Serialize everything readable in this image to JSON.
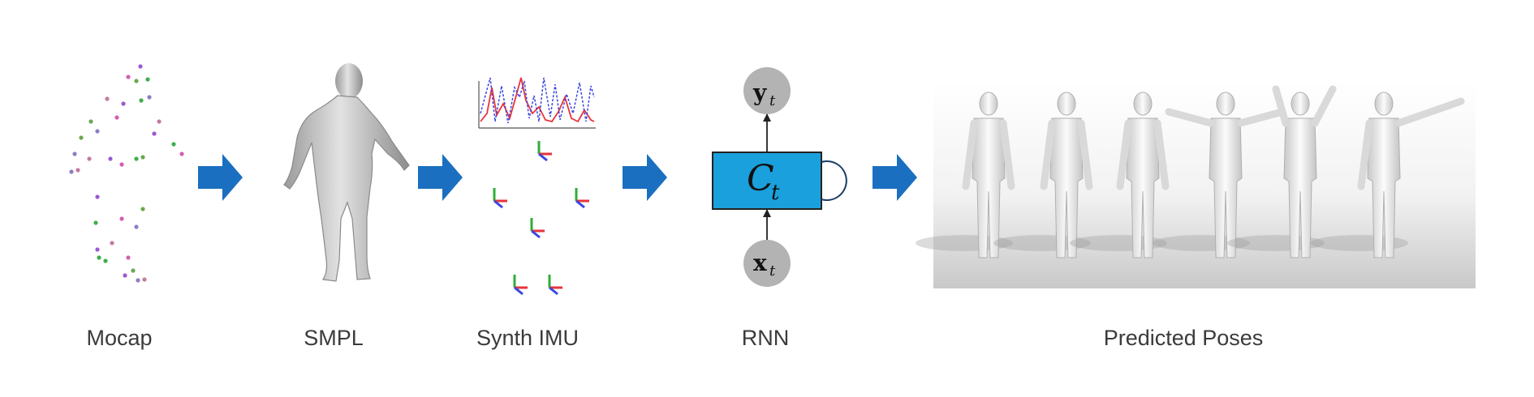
{
  "stages": [
    {
      "id": "mocap",
      "label": "Mocap"
    },
    {
      "id": "smpl",
      "label": "SMPL"
    },
    {
      "id": "synth_imu",
      "label": "Synth IMU"
    },
    {
      "id": "rnn",
      "label": "RNN"
    },
    {
      "id": "predicted_poses",
      "label": "Predicted Poses"
    }
  ],
  "rnn": {
    "output_node": "y",
    "output_sub": "t",
    "cell": "C",
    "cell_sub": "t",
    "input_node": "x",
    "input_sub": "t"
  },
  "colors": {
    "arrow": "#1a6fc0",
    "rnn_cell": "#1aa0dc",
    "rnn_node": "#b3b3b3",
    "imu_red": "#e8343a",
    "imu_blue": "#3a47e0",
    "imu_green": "#2fae38"
  },
  "icons": [
    "mocap-points",
    "smpl-body",
    "imu-signal-plot",
    "imu-axes",
    "rnn-cell",
    "pose-sequence"
  ]
}
